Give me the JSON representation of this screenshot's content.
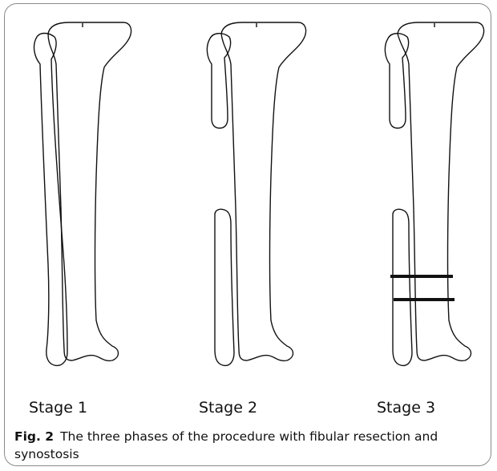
{
  "figure": {
    "stages": [
      {
        "label": "Stage 1"
      },
      {
        "label": "Stage 2"
      },
      {
        "label": "Stage 3"
      }
    ],
    "caption": {
      "number": "Fig. 2",
      "text": "The three phases of the procedure with fibular resection and synostosis"
    }
  },
  "colors": {
    "line": "#111111",
    "frame": "#8a8a8a"
  }
}
